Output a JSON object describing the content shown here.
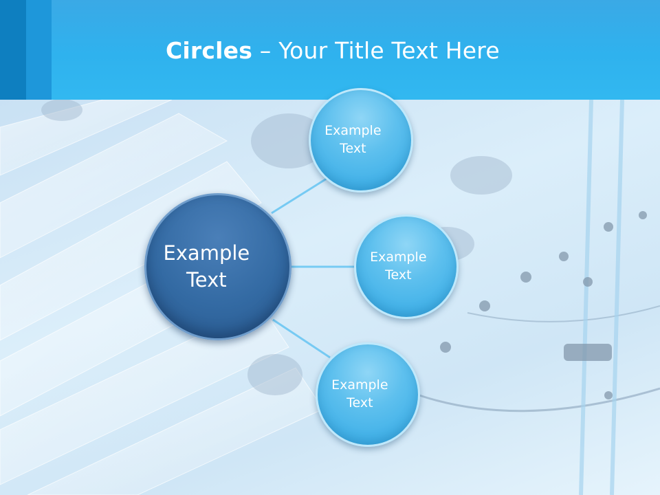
{
  "slide": {
    "title_bold": "Circles",
    "title_rest": " – Your Title Text Here"
  },
  "diagram": {
    "center": {
      "text_line1": "Example",
      "text_line2": "Text"
    },
    "nodes": [
      {
        "text_line1": "Example",
        "text_line2": "Text"
      },
      {
        "text_line1": "Example",
        "text_line2": "Text"
      },
      {
        "text_line1": "Example",
        "text_line2": "Text"
      }
    ]
  },
  "colors": {
    "header": "#32b4ee",
    "center_circle": "#336aa3",
    "node_circle": "#4fb8ec",
    "connector": "#6cc7f2"
  }
}
